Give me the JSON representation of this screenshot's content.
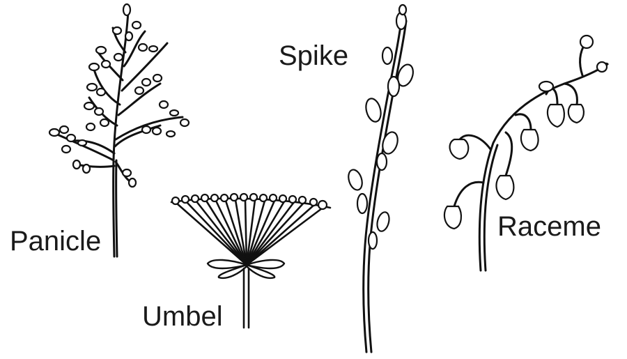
{
  "labels": {
    "panicle": "Panicle",
    "umbel": "Umbel",
    "spike": "Spike",
    "raceme": "Raceme"
  },
  "colors": {
    "ink": "#111111",
    "background": "#ffffff"
  }
}
